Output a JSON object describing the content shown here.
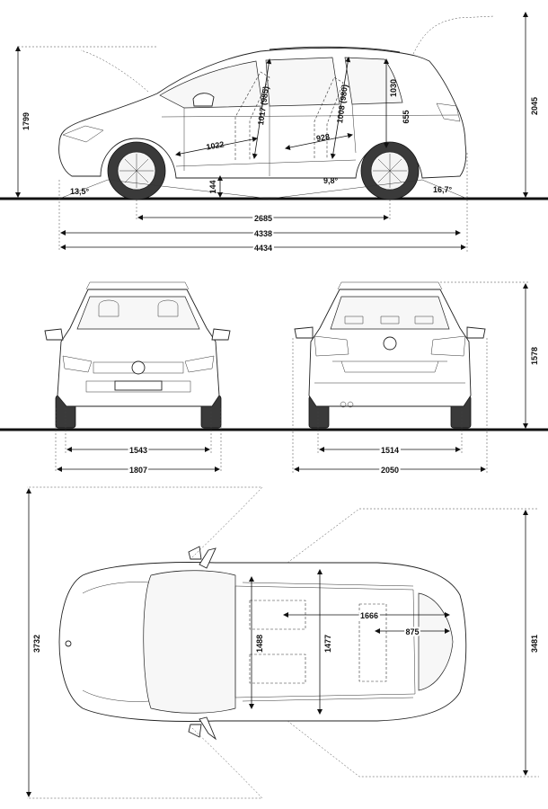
{
  "side_view": {
    "overall_height": "1799",
    "roof_rails_height": "2045",
    "wheelbase": "2685",
    "length": "4338",
    "length_with_hitch": "4434",
    "front_headroom": "1017 (985)",
    "rear_headroom": "1008 (980)",
    "boot_height": "1030",
    "boot_sill_height": "655",
    "front_legroom": "1022",
    "rear_legroom": "928",
    "ground_clearance": "144",
    "approach_angle": "13,5°",
    "ramp_angle": "9,8°",
    "departure_angle": "16,7°"
  },
  "front_view": {
    "front_track": "1543",
    "width": "1807"
  },
  "rear_view": {
    "rear_track": "1514",
    "width_with_mirrors": "2050",
    "height": "1578"
  },
  "top_view": {
    "length_doors_open": "3732",
    "width_doors_open": "3481",
    "front_interior_width": "1488",
    "rear_interior_width": "1477",
    "load_length_seats_folded": "1666",
    "load_length": "875"
  }
}
